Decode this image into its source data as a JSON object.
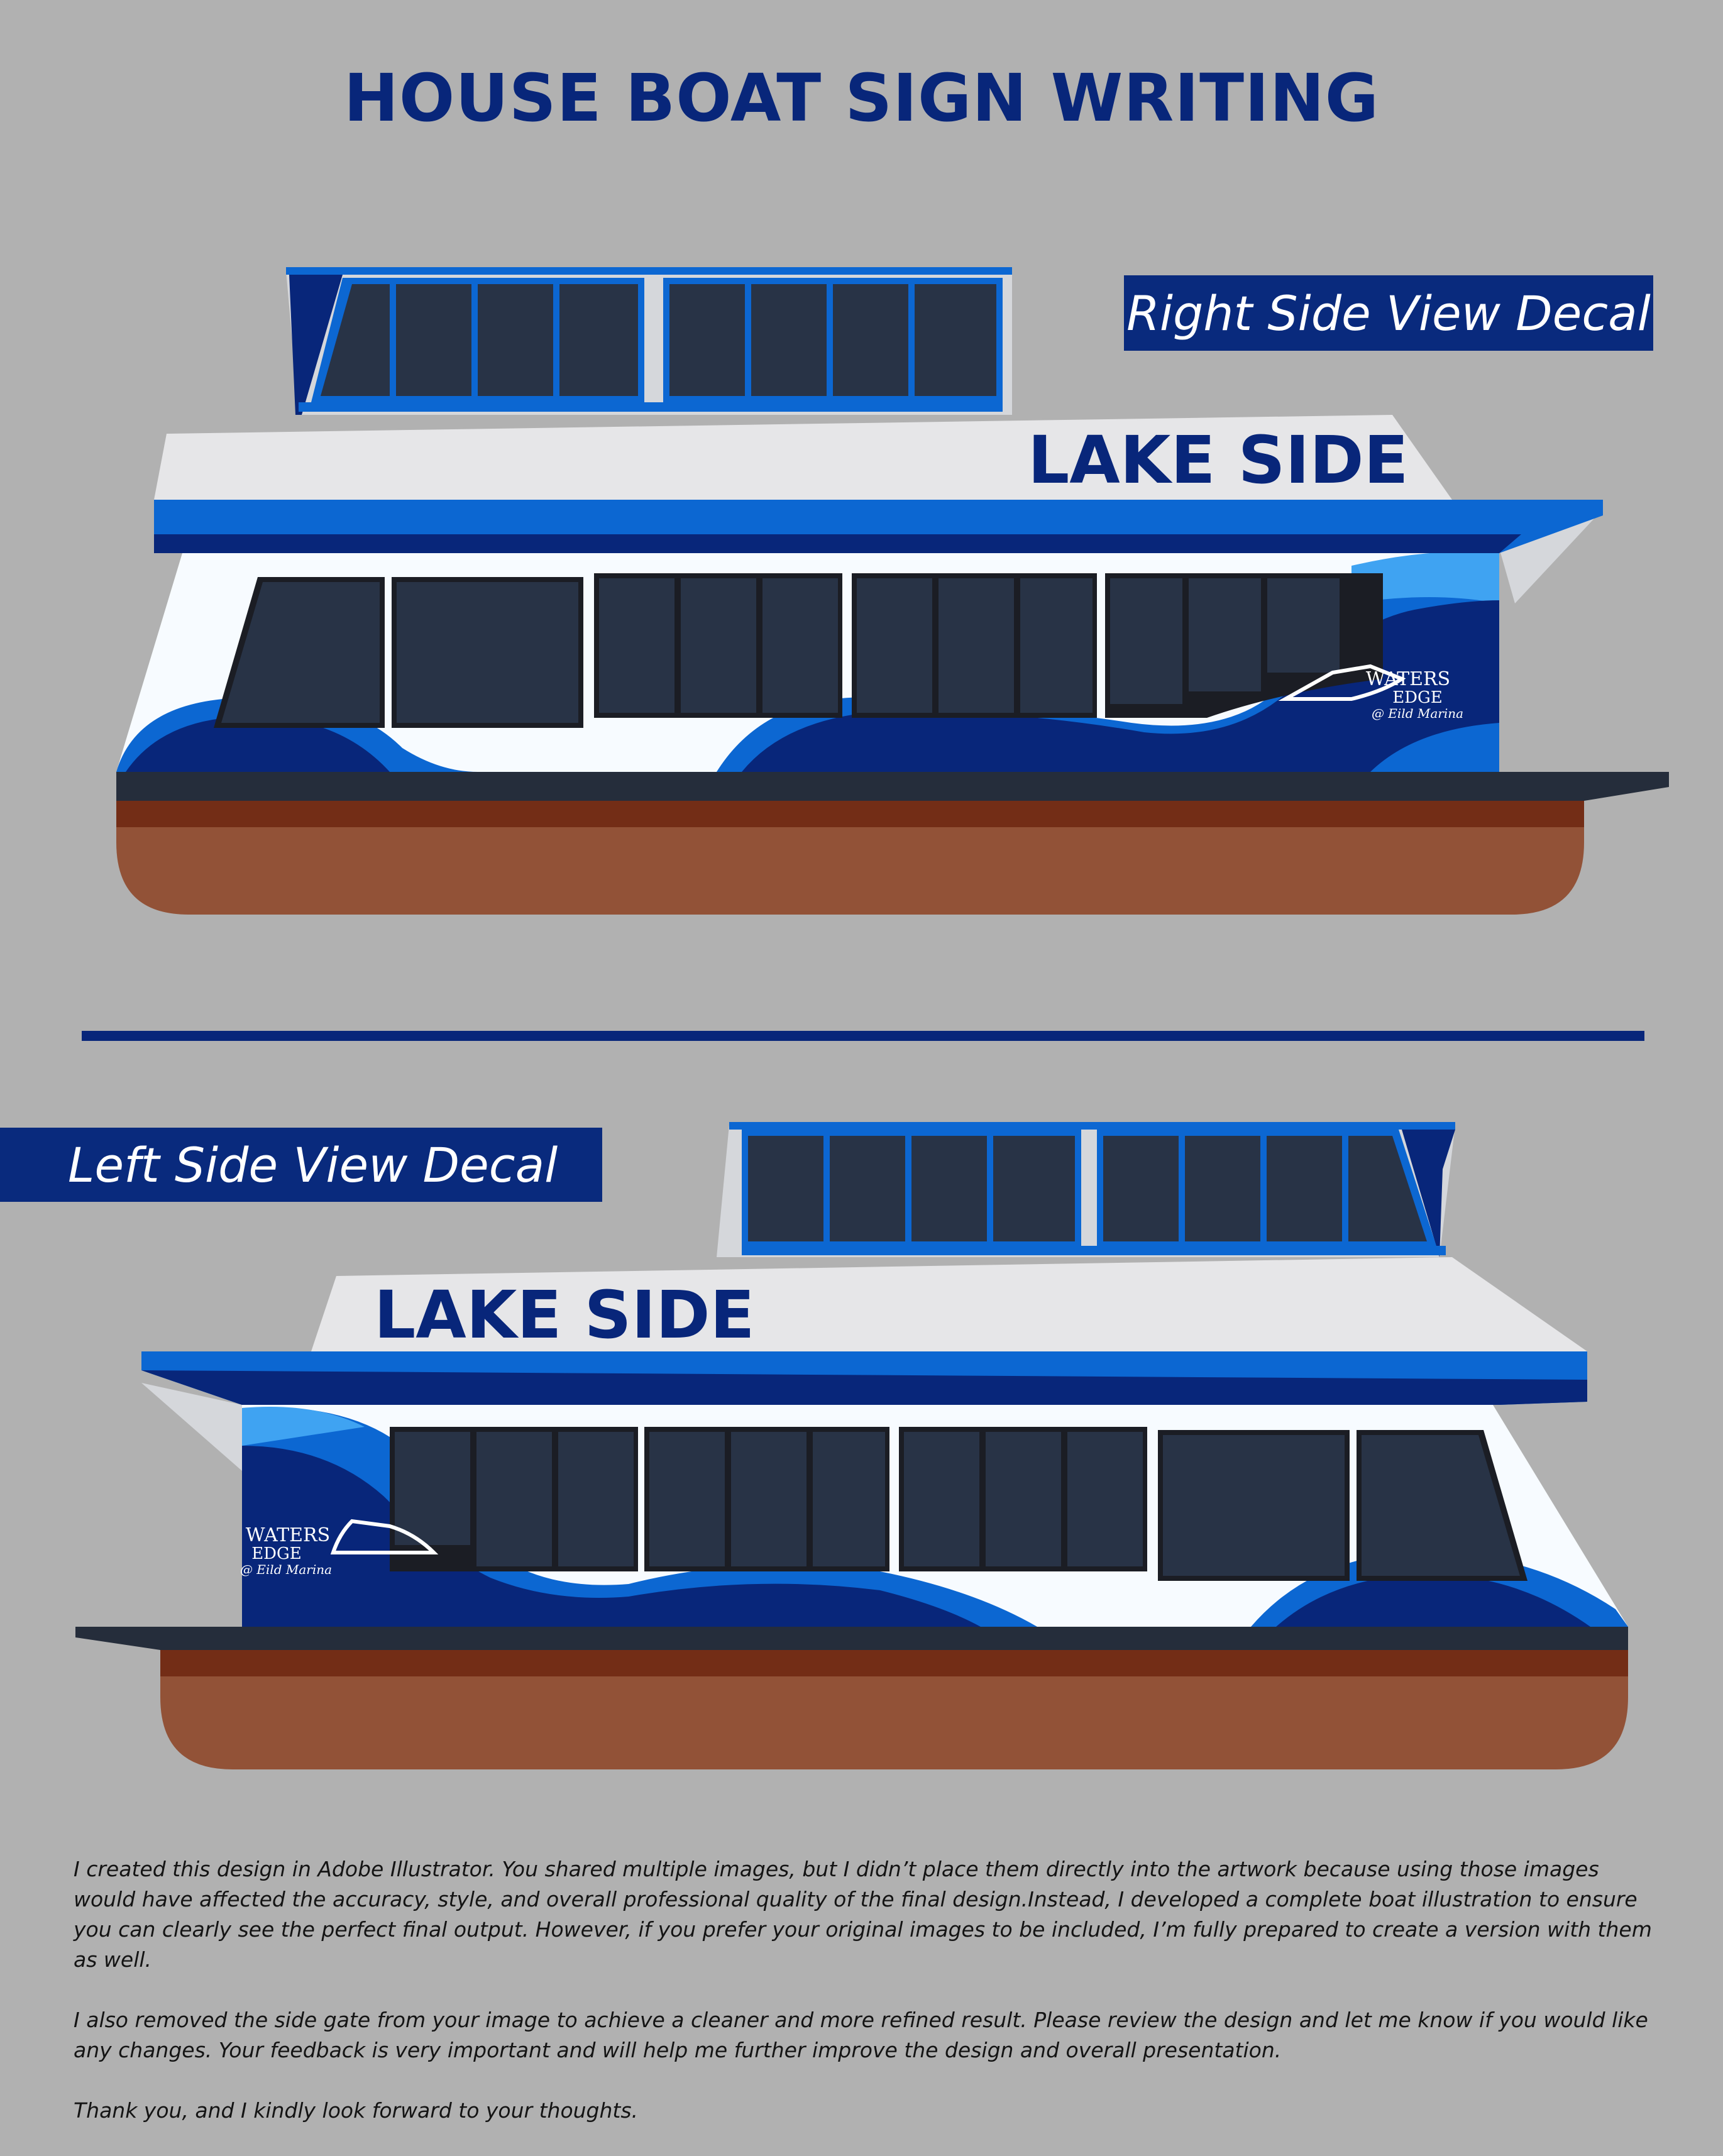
{
  "title": "HOUSE BOAT SIGN WRITING",
  "right_view": {
    "label": "Right Side View Decal",
    "boat_name": "LAKE SIDE",
    "logo_line1": "WATERS",
    "logo_line2": "EDGE",
    "logo_line3": "@ Eild Marina"
  },
  "left_view": {
    "label": "Left Side View Decal",
    "boat_name": "LAKE SIDE",
    "logo_line1": "WATERS",
    "logo_line2": "EDGE",
    "logo_line3": "@ Eild Marina"
  },
  "notes": [
    "I created this design in Adobe Illustrator. You shared multiple images, but I didn’t place them directly into the artwork because using those images would have affected the accuracy, style, and overall professional quality of the final design.Instead, I developed a complete boat illustration to ensure you can clearly see the perfect final output. However, if you prefer your original images to be included, I’m fully prepared to create a version with them as well.",
    "I also removed the side gate from your image to achieve a cleaner and more refined result. Please review the design and let me know if you would like any changes. Your feedback is very important and will help me further improve the design and overall presentation.",
    "Thank you, and I kindly look forward to your thoughts."
  ],
  "colors": {
    "navy": "#08267a",
    "blue": "#0c67d2",
    "light_blue": "#3fa3f2",
    "window": "#283346",
    "hull": "#925237",
    "hull_dark": "#732d16",
    "deck": "#252d3b",
    "cabin": "#e6e6e8",
    "body": "#f7fbff",
    "background": "#b1b1b1"
  }
}
